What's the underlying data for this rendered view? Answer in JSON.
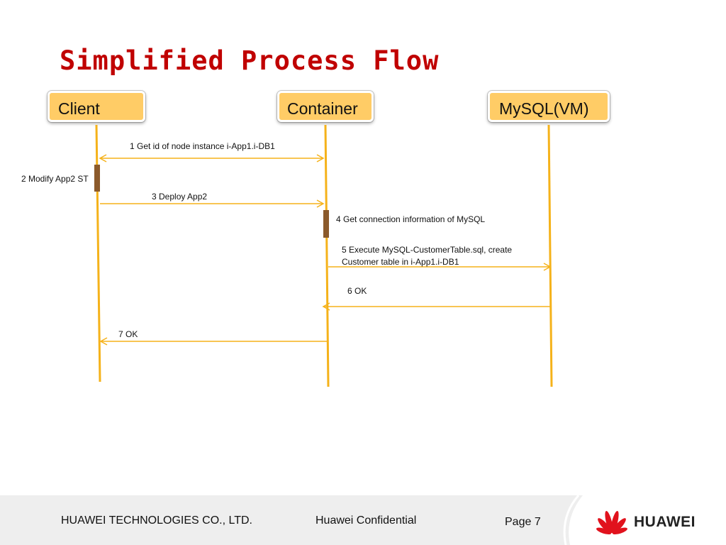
{
  "slide": {
    "title": "Simplified Process Flow"
  },
  "actors": [
    "Client",
    "Container",
    "MySQL(VM)"
  ],
  "messages": [
    {
      "label": "1 Get id of node instance i-App1.i-DB1",
      "from": "Client",
      "to": "Container",
      "bidirectional": true
    },
    {
      "label": "2 Modify App2 ST",
      "from": "Client",
      "to": "Client",
      "type": "activation"
    },
    {
      "label": "3 Deploy App2",
      "from": "Client",
      "to": "Container"
    },
    {
      "label": "4 Get connection information of MySQL",
      "from": "Container",
      "to": "Container",
      "type": "activation"
    },
    {
      "label_lines": [
        "5 Execute MySQL-CustomerTable.sql, create",
        "Customer table in i-App1.i-DB1"
      ],
      "from": "Container",
      "to": "MySQL(VM)"
    },
    {
      "label": "6 OK",
      "from": "MySQL(VM)",
      "to": "Container"
    },
    {
      "label": "7 OK",
      "from": "Container",
      "to": "Client"
    }
  ],
  "colors": {
    "title": "#c00000",
    "actor_fill": "#ffcc66",
    "lifeline": "#f5b21a",
    "activation": "#8b5a2b",
    "footer_bg": "#eeeeee",
    "logo_red": "#e1121d"
  },
  "footer": {
    "company": "HUAWEI TECHNOLOGIES CO., LTD.",
    "confidential": "Huawei Confidential",
    "page": "Page 7",
    "logo_text": "HUAWEI"
  }
}
